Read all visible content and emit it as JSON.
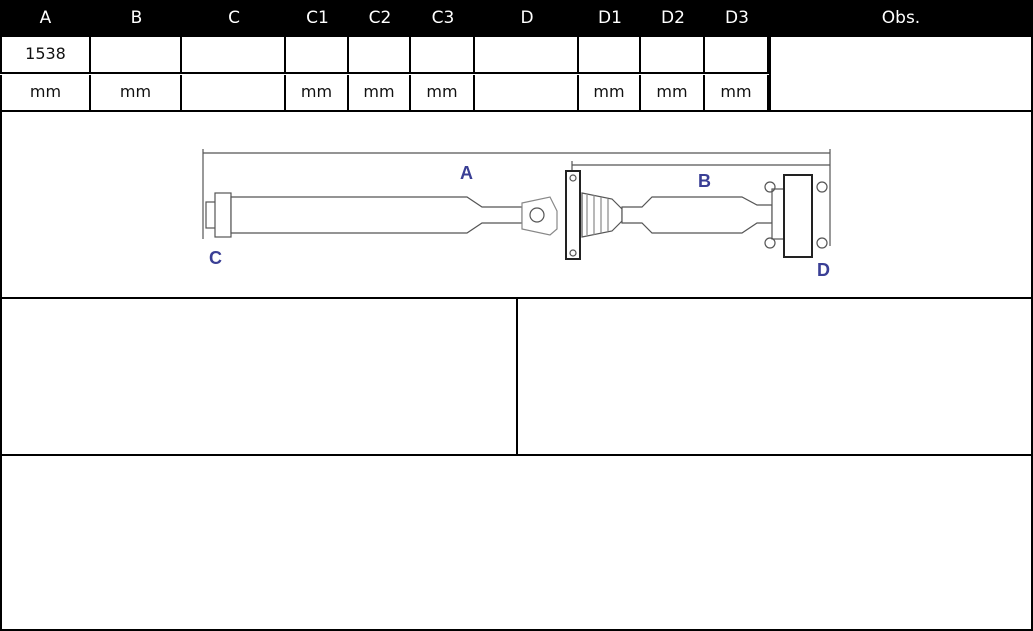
{
  "columns": [
    "A",
    "B",
    "C",
    "C1",
    "C2",
    "C3",
    "D",
    "D1",
    "D2",
    "D3",
    "Obs."
  ],
  "values": [
    "1538",
    "",
    "",
    "",
    "",
    "",
    "",
    "",
    "",
    "",
    ""
  ],
  "units": [
    "mm",
    "mm",
    "",
    "mm",
    "mm",
    "mm",
    "",
    "mm",
    "mm",
    "mm",
    ""
  ],
  "diagram": {
    "labels": {
      "a": "A",
      "b": "B",
      "c": "C",
      "d": "D"
    }
  }
}
